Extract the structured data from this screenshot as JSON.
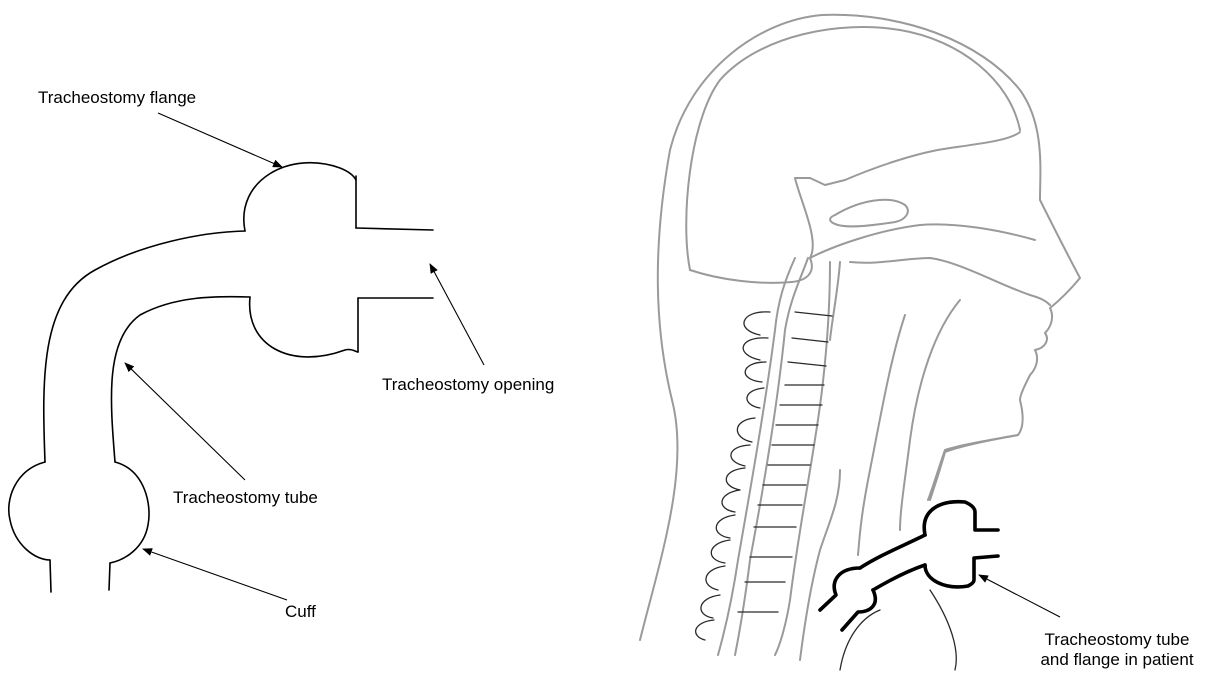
{
  "labels": {
    "flange": "Tracheostomy flange",
    "opening": "Tracheostomy opening",
    "tube": "Tracheostomy tube",
    "cuff": "Cuff",
    "in_patient_line1": "Tracheostomy tube",
    "in_patient_line2": "and flange in patient"
  }
}
